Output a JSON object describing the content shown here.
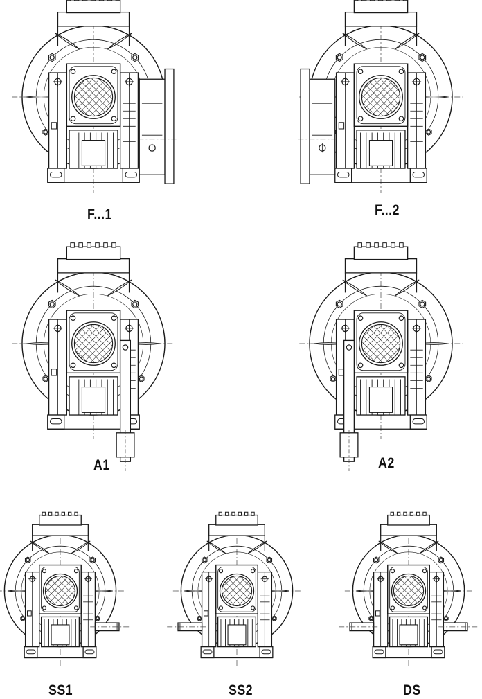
{
  "diagrams": [
    {
      "label": "F...1",
      "mount": "flange",
      "side": "right"
    },
    {
      "label": "F...2",
      "mount": "flange",
      "side": "left"
    },
    {
      "label": "A1",
      "mount": "arm",
      "side": "right"
    },
    {
      "label": "A2",
      "mount": "arm",
      "side": "left"
    },
    {
      "label": "SS1",
      "mount": "shaft",
      "side": "right"
    },
    {
      "label": "SS2",
      "mount": "shaft",
      "side": "left"
    },
    {
      "label": "DS",
      "mount": "shaft",
      "side": "both"
    }
  ],
  "colors": {
    "line": "#1a1a1a",
    "thin": "#444444",
    "background": "#ffffff"
  }
}
